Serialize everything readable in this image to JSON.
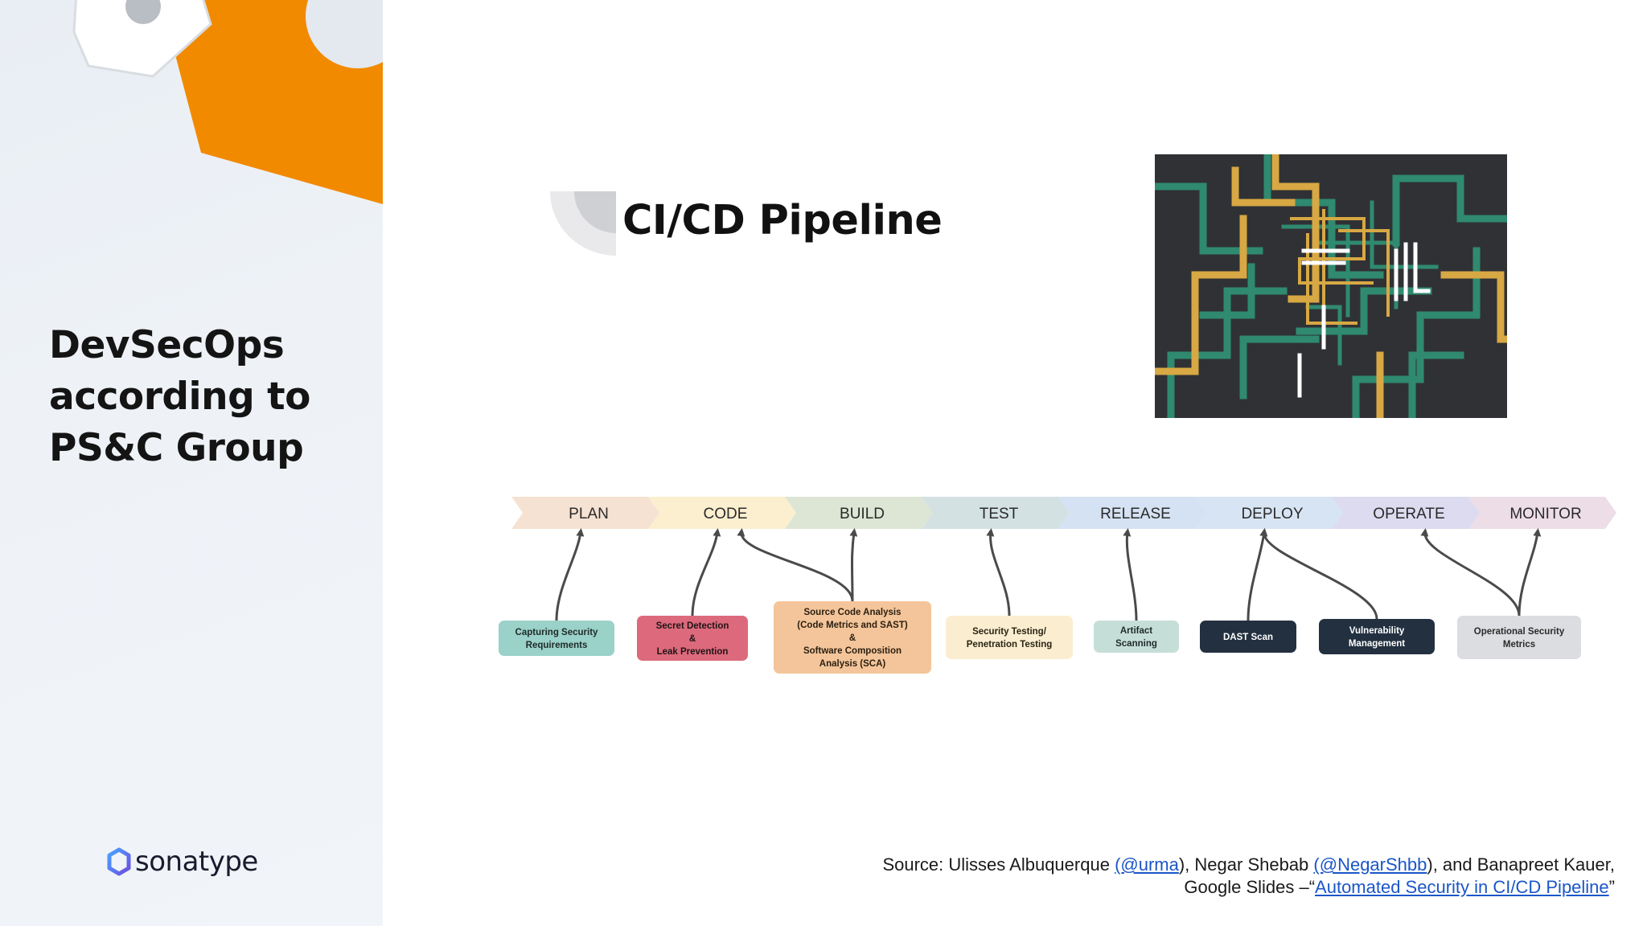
{
  "slide": {
    "title_lines": [
      "DevSecOps",
      "according to",
      "PS&C Group"
    ],
    "brand": "sonatype",
    "pipeline_heading": "CI/CD Pipeline"
  },
  "colors": {
    "accent_orange": "#f28a00",
    "brand_purple": "#6c4ee0",
    "brand_blue": "#4aa3ff",
    "pipe_green": "#2f8a6f",
    "pipe_gold": "#d7a843",
    "link_blue": "#1a56c8"
  },
  "diagram": {
    "stages": [
      {
        "label": "PLAN",
        "color": "#f6e2d2"
      },
      {
        "label": "CODE",
        "color": "#fbefcf"
      },
      {
        "label": "BUILD",
        "color": "#dde6d4"
      },
      {
        "label": "TEST",
        "color": "#d3e1e3"
      },
      {
        "label": "RELEASE",
        "color": "#d5e2f3"
      },
      {
        "label": "DEPLOY",
        "color": "#d7e4f3"
      },
      {
        "label": "OPERATE",
        "color": "#dcdbf0"
      },
      {
        "label": "MONITOR",
        "color": "#ecdde6"
      }
    ],
    "boxes": [
      {
        "lines": [
          "Capturing Security",
          "Requirements"
        ],
        "fill": "#9ad1c8",
        "text_color": "#1f2a2a",
        "stage": [
          0
        ]
      },
      {
        "lines": [
          "Secret Detection",
          "&",
          "Leak Prevention"
        ],
        "fill": "#dc6a7c",
        "text_color": "#1f1416",
        "stage": [
          1
        ]
      },
      {
        "lines": [
          "Source Code Analysis",
          "(Code Metrics and SAST)",
          "&",
          "Software Composition",
          "Analysis (SCA)"
        ],
        "fill": "#f4c59a",
        "text_color": "#2a1e10",
        "stage": [
          2,
          1
        ]
      },
      {
        "lines": [
          "Security Testing/",
          "Penetration Testing"
        ],
        "fill": "#fbeed0",
        "text_color": "#2a2414",
        "stage": [
          3
        ]
      },
      {
        "lines": [
          "Artifact",
          "Scanning"
        ],
        "fill": "#c6ded8",
        "text_color": "#1f2a2a",
        "stage": [
          4
        ]
      },
      {
        "lines": [
          "DAST Scan"
        ],
        "fill": "#233040",
        "text_color": "#ffffff",
        "stage": [
          5
        ]
      },
      {
        "lines": [
          "Vulnerability",
          "Management"
        ],
        "fill": "#233040",
        "text_color": "#ffffff",
        "stage": [
          5
        ]
      },
      {
        "lines": [
          "Operational Security",
          "Metrics"
        ],
        "fill": "#dcdde0",
        "text_color": "#2a2a2a",
        "stage": [
          7,
          6
        ]
      }
    ]
  },
  "source": {
    "prefix": "Source: Ulisses Albuquerque ",
    "link1": "(@urma",
    "mid1": "), Negar Shebab ",
    "link2": "(@NegarShbb",
    "mid2": "), and Banapreet Kauer,",
    "line2_prefix": "Google Slides –“",
    "link3": "Automated Security in CI/CD Pipeline",
    "line2_suffix": "”"
  }
}
